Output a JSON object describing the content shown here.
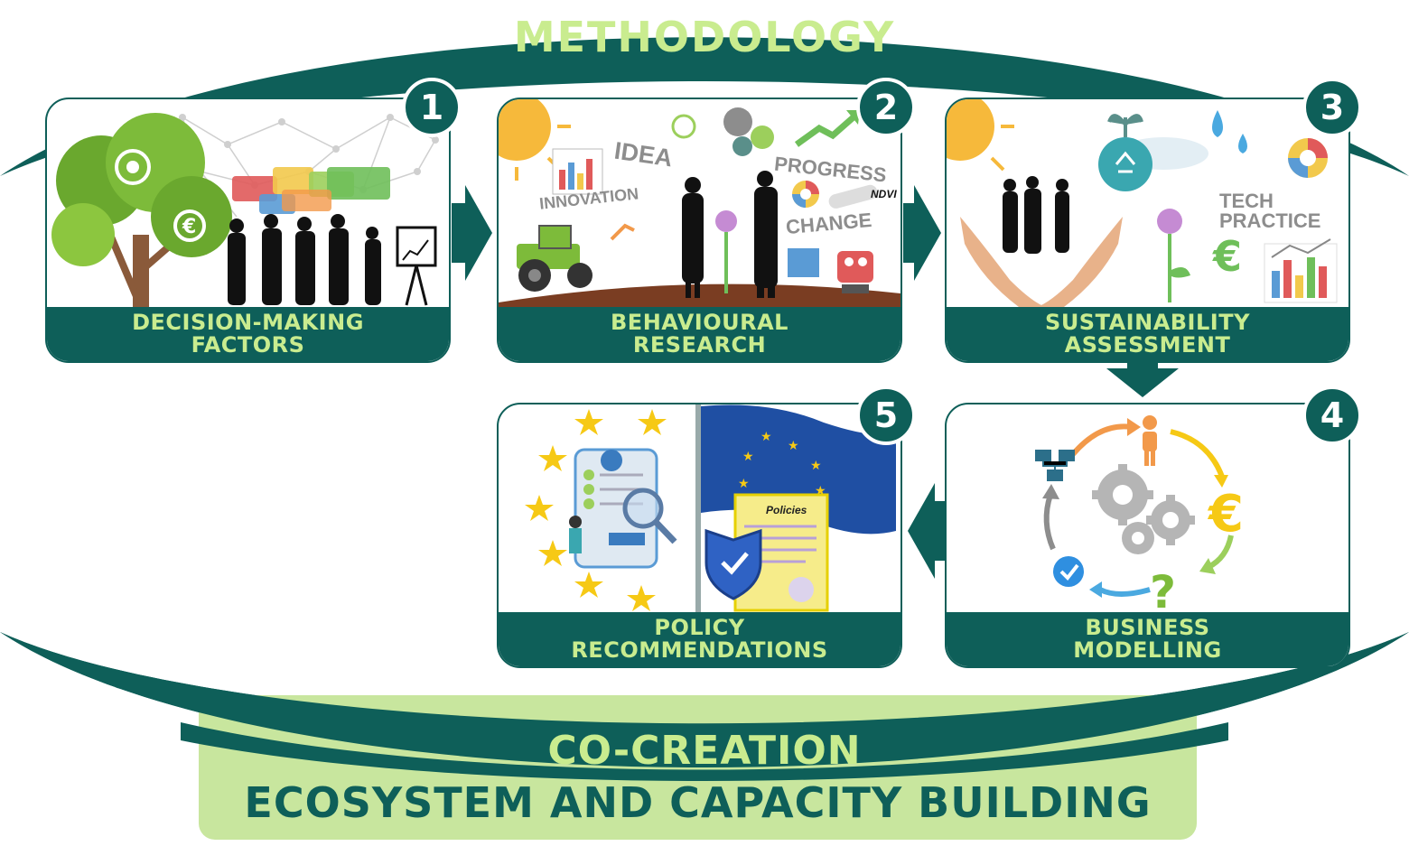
{
  "title": "METHODOLOGY",
  "steps": [
    {
      "number": "1",
      "line1": "DECISION-MAKING",
      "line2": "FACTORS"
    },
    {
      "number": "2",
      "line1": "BEHAVIOURAL",
      "line2": "RESEARCH"
    },
    {
      "number": "3",
      "line1": "SUSTAINABILITY",
      "line2": "ASSESSMENT"
    },
    {
      "number": "4",
      "line1": "BUSINESS",
      "line2": "MODELLING"
    },
    {
      "number": "5",
      "line1": "POLICY",
      "line2": "RECOMMENDATIONS"
    }
  ],
  "illustration_words": {
    "idea": "IDEA",
    "innovation": "INNOVATION",
    "progress": "PROGRESS",
    "change": "CHANGE",
    "ndvi": "NDVI",
    "tech": "TECH",
    "practice": "PRACTICE",
    "policies": "Policies"
  },
  "cocreation": "CO-CREATION",
  "ecosystem": "ECOSYSTEM AND CAPACITY BUILDING",
  "colors": {
    "teal": "#0e5f59",
    "light_green": "#c9ec8f",
    "panel_green": "#c8e69e"
  }
}
